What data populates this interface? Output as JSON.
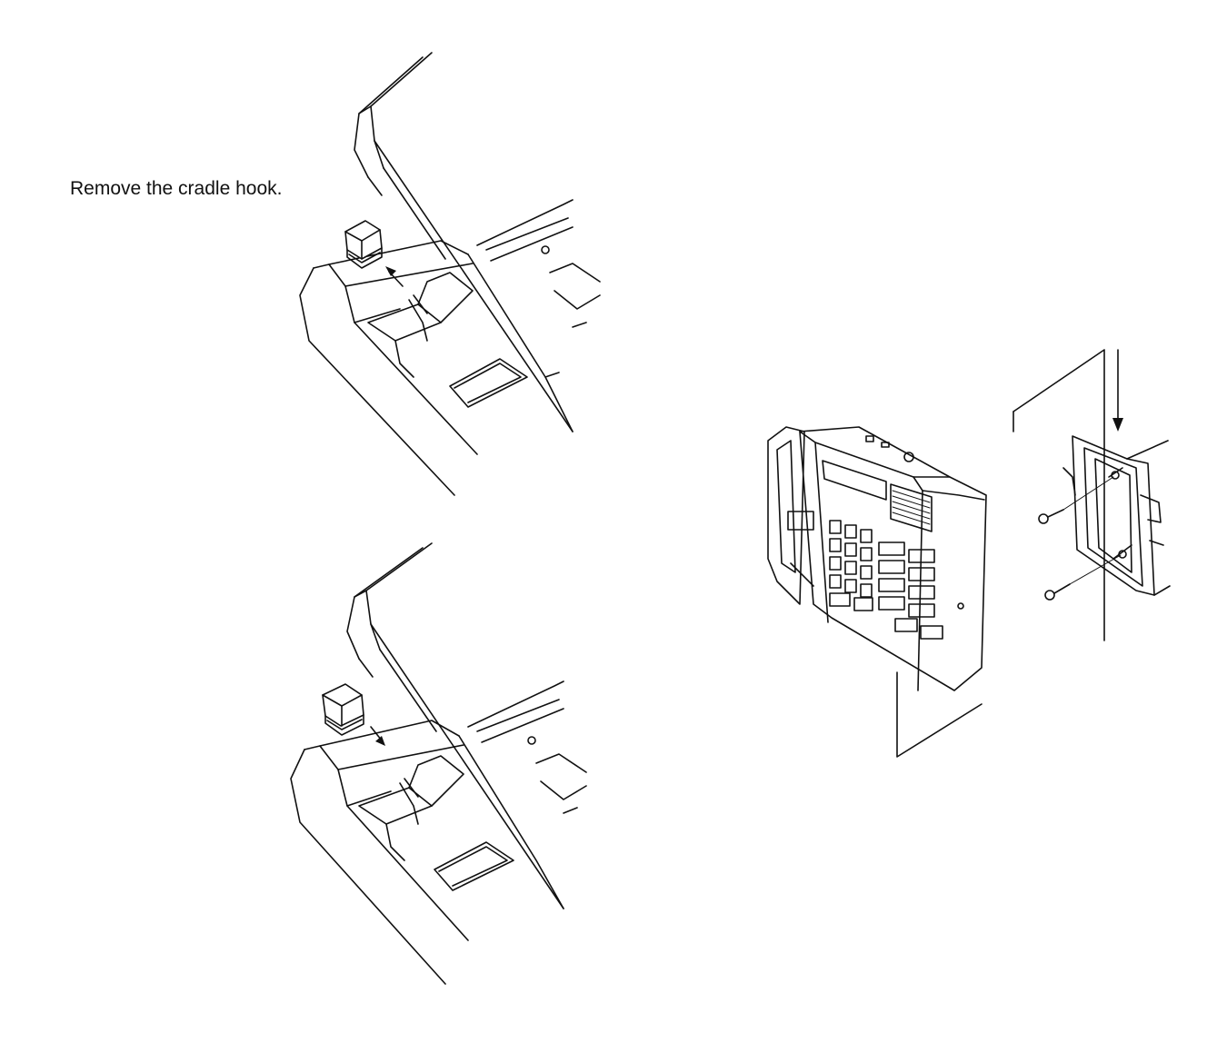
{
  "instruction": {
    "text": "Remove the cradle hook."
  },
  "figures": {
    "top": {
      "name": "cradle hook removed",
      "arrow_direction": "up-left"
    },
    "bottom": {
      "name": "cradle hook inserted",
      "arrow_direction": "down"
    },
    "right": {
      "name": "phone mounted on wall bracket",
      "arrow_direction": "down"
    }
  },
  "colors": {
    "line": "#111111",
    "background": "#ffffff"
  }
}
